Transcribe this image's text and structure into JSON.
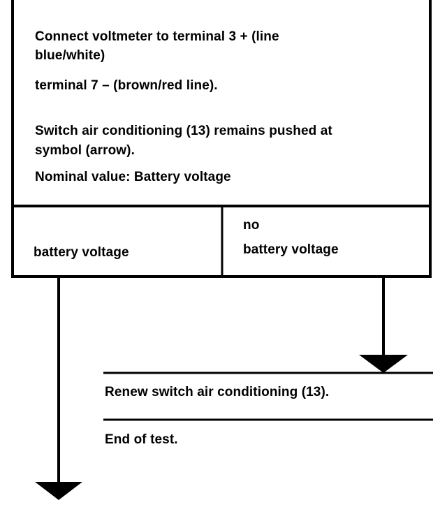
{
  "instruction_box": {
    "lines": [
      "Connect voltmeter to terminal 3 + (line",
      "blue/white)",
      "terminal 7 – (brown/red line).",
      "",
      "Switch air conditioning (13) remains pushed at",
      "symbol (arrow).",
      "Nominal value: Battery voltage"
    ]
  },
  "branches": {
    "yes": {
      "line1": "battery voltage"
    },
    "no": {
      "line1": "no",
      "line2": "battery voltage"
    }
  },
  "actions": {
    "renew": "Renew switch air conditioning (13).",
    "end": "End of test."
  }
}
